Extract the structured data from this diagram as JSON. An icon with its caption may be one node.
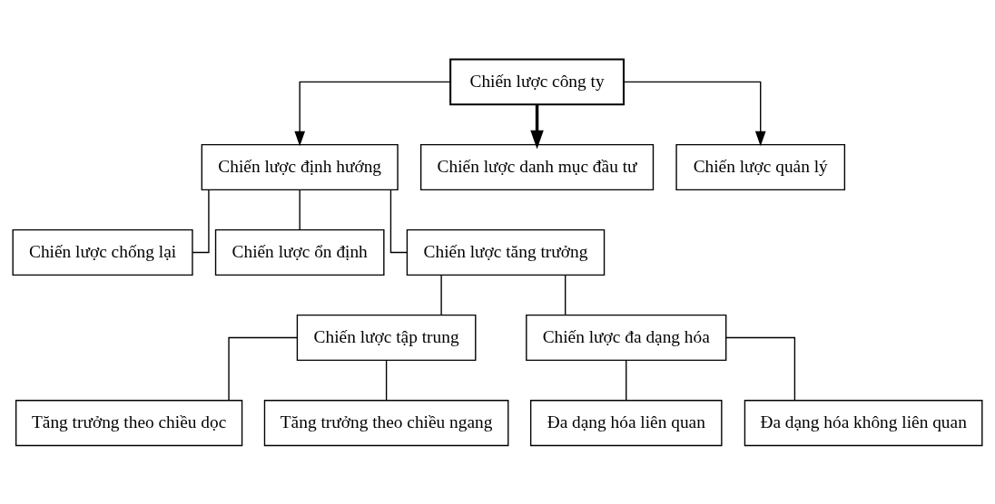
{
  "diagram": {
    "nodes": [
      {
        "text": [
          "Chiến lược công ty"
        ]
      },
      {
        "text": [
          "Chiến lược định hướng"
        ]
      },
      {
        "text": [
          "Chiến lược danh mục đầu tư"
        ]
      },
      {
        "text": [
          "Chiến lược quản lý"
        ]
      },
      {
        "text": [
          "Chiến lược chống lại"
        ]
      },
      {
        "text": [
          "Chiến lược ổn định"
        ]
      },
      {
        "text": [
          "Chiến lược tăng trưởng"
        ]
      },
      {
        "text": [
          "Chiến lược tập trung"
        ]
      },
      {
        "text": [
          "Chiến lược đa dạng hóa"
        ]
      },
      {
        "text": [
          "Tăng trưởng theo chiều dọc"
        ]
      },
      {
        "text": [
          "Tăng trưởng theo chiều ngang"
        ]
      },
      {
        "text": [
          "Đa dạng hóa liên quan"
        ]
      },
      {
        "text": [
          "Đa dạng hóa không liên quan"
        ]
      }
    ],
    "edges": [
      {
        "from": 0,
        "to": 1,
        "arrow": "to"
      },
      {
        "from": 0,
        "to": 2,
        "arrow": "to",
        "style": "thick"
      },
      {
        "from": 0,
        "to": 3,
        "arrow": "to"
      },
      {
        "from": 1,
        "to": 4,
        "arrow": "none"
      },
      {
        "from": 1,
        "to": 5,
        "arrow": "none"
      },
      {
        "from": 1,
        "to": 6,
        "arrow": "none"
      },
      {
        "from": 6,
        "to": 7,
        "arrow": "none"
      },
      {
        "from": 6,
        "to": 8,
        "arrow": "none"
      },
      {
        "from": 7,
        "to": 9,
        "arrow": "none"
      },
      {
        "from": 7,
        "to": 10,
        "arrow": "none"
      },
      {
        "from": 8,
        "to": 11,
        "arrow": "none"
      },
      {
        "from": 8,
        "to": 12,
        "arrow": "none"
      }
    ]
  }
}
